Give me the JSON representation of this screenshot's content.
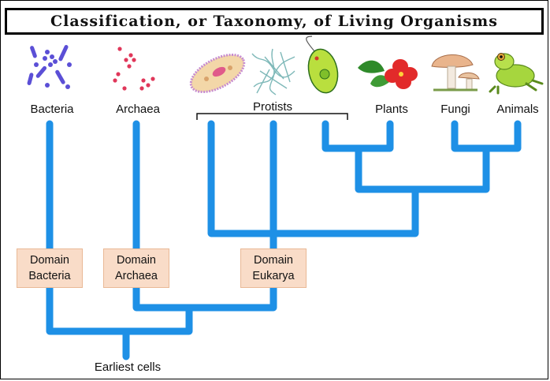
{
  "title": "Classification, or Taxonomy, of Living Organisms",
  "groups": {
    "bacteria": "Bacteria",
    "archaea": "Archaea",
    "protists": "Protists",
    "plants": "Plants",
    "fungi": "Fungi",
    "animals": "Animals"
  },
  "domains": {
    "bacteria": {
      "line1": "Domain",
      "line2": "Bacteria"
    },
    "archaea": {
      "line1": "Domain",
      "line2": "Archaea"
    },
    "eukarya": {
      "line1": "Domain",
      "line2": "Eukarya"
    }
  },
  "root_label": "Earliest cells",
  "colors": {
    "branch": "#1e90e6",
    "domain_box": "#f9dcc8"
  },
  "icons": [
    "bacteria-cells-icon",
    "archaea-cells-icon",
    "paramecium-icon",
    "algae-filaments-icon",
    "euglena-icon",
    "hibiscus-plant-icon",
    "mushrooms-icon",
    "frog-icon"
  ]
}
